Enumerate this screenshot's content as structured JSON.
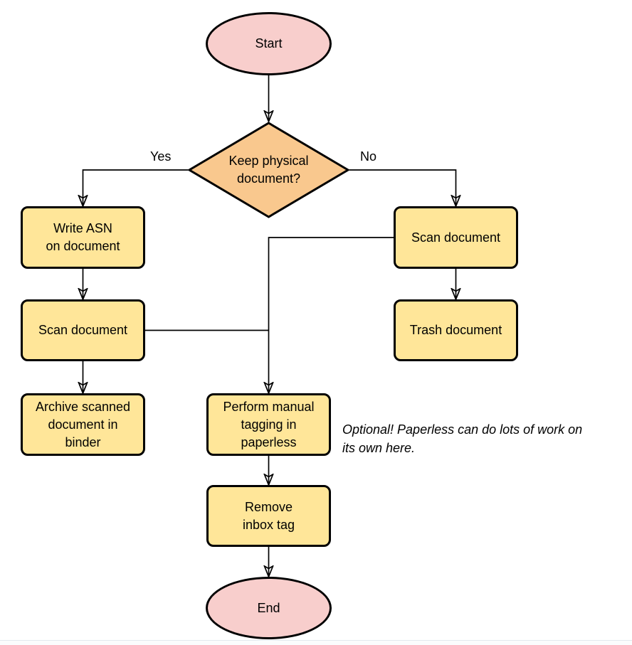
{
  "colors": {
    "terminal_fill": "#F8CECC",
    "decision_fill": "#F9C88E",
    "process_fill": "#FFE699",
    "stroke": "#000000",
    "background": "#FFFFFF"
  },
  "nodes": {
    "start": {
      "type": "terminal",
      "label": "Start"
    },
    "decision": {
      "type": "decision",
      "label": "Keep physical\ndocument?"
    },
    "write_asn": {
      "type": "process",
      "label": "Write ASN\non document"
    },
    "scan_left": {
      "type": "process",
      "label": "Scan document"
    },
    "archive": {
      "type": "process",
      "label": "Archive scanned\ndocument in\nbinder"
    },
    "scan_right": {
      "type": "process",
      "label": "Scan document"
    },
    "trash": {
      "type": "process",
      "label": "Trash document"
    },
    "tagging": {
      "type": "process",
      "label": "Perform manual\ntagging in\npaperless"
    },
    "remove_inbox": {
      "type": "process",
      "label": "Remove\ninbox tag"
    },
    "end": {
      "type": "terminal",
      "label": "End"
    }
  },
  "edge_labels": {
    "yes": "Yes",
    "no": "No"
  },
  "note": {
    "text": "Optional! Paperless can do lots of work on\nits own here."
  }
}
